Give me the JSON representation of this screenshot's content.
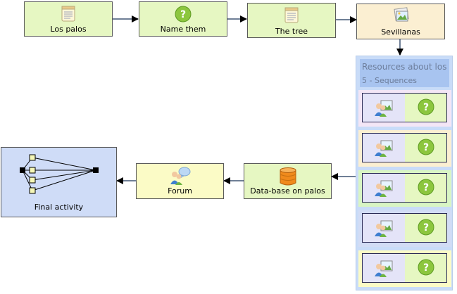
{
  "nodes": {
    "los_palos": "Los palos",
    "name_them": "Name them",
    "the_tree": "The tree",
    "sevillanas": "Sevillanas",
    "data_base": "Data-base on palos",
    "forum": "Forum",
    "final_activity": "Final activity"
  },
  "sequence_panel": {
    "title": "Resources about los",
    "subtitle": "5 - Sequences",
    "rows": [
      {
        "color": "#f3e6f6",
        "icons": [
          "image-icon",
          "question-icon"
        ]
      },
      {
        "color": "#fbefd2",
        "icons": [
          "image-icon",
          "question-icon"
        ]
      },
      {
        "color": "#d8f5c4",
        "icons": [
          "image-icon",
          "question-icon"
        ]
      },
      {
        "color": "#d2dcf5",
        "icons": [
          "image-icon",
          "question-icon"
        ]
      },
      {
        "color": "#fbfbc6",
        "icons": [
          "image-icon",
          "question-icon"
        ]
      }
    ]
  },
  "colors": {
    "green_node": "#e6f7c2",
    "orange_node": "#fbefd2",
    "yellow_node": "#fbfbc6",
    "blue_node": "#cfdcf7",
    "connector": "#6f7f96"
  }
}
